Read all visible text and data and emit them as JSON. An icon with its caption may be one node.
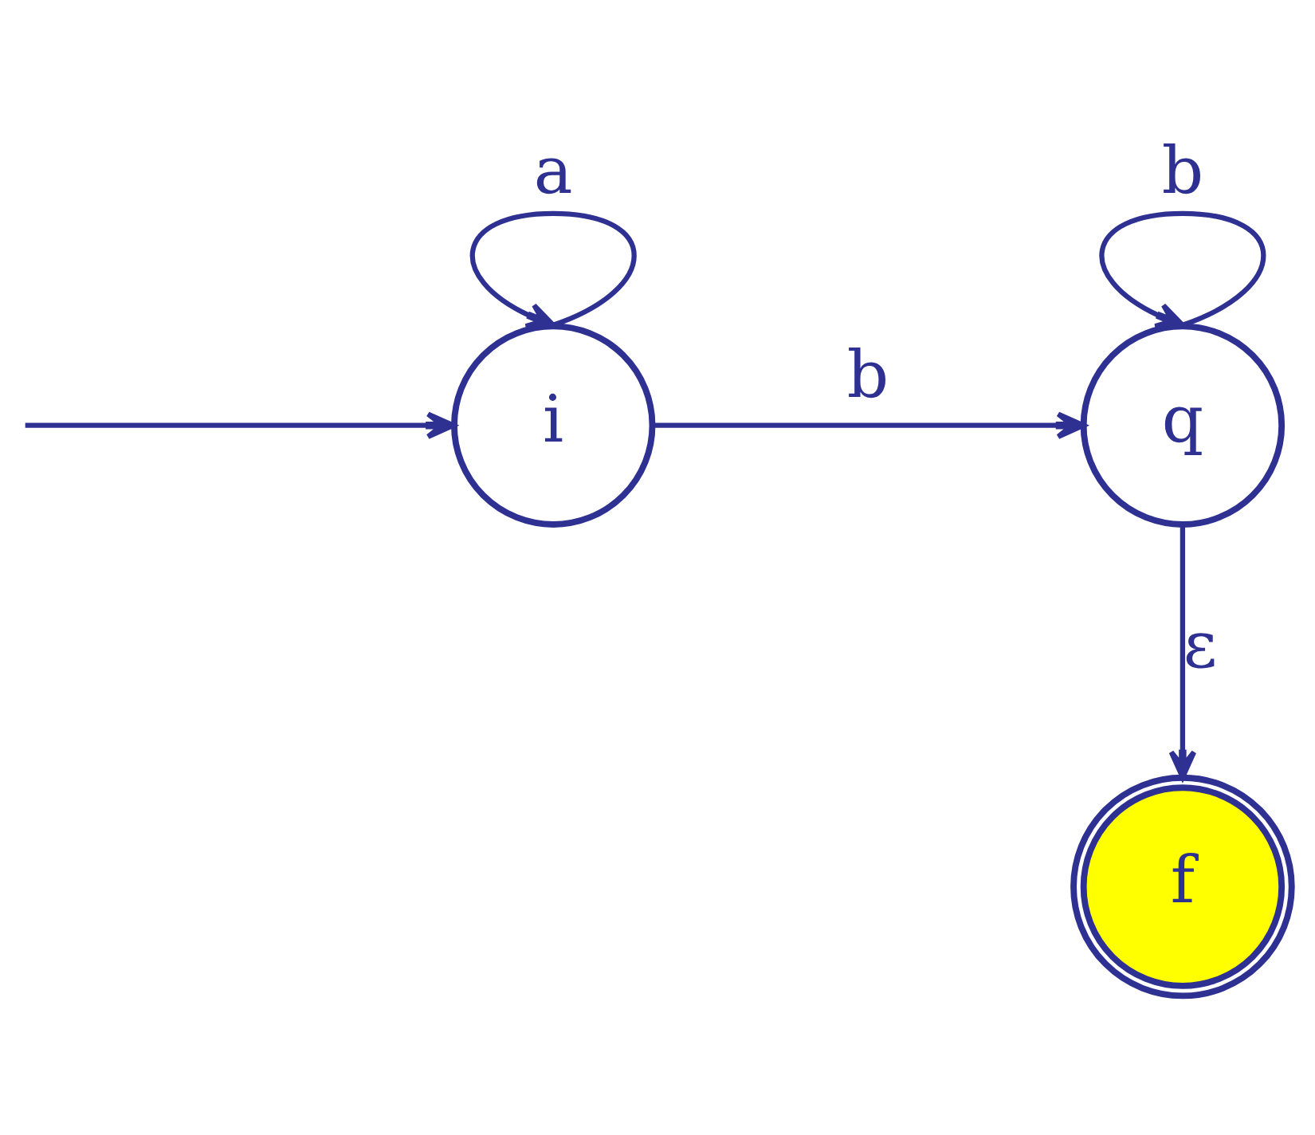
{
  "diagram": {
    "nodes": [
      {
        "text": [
          "i"
        ]
      },
      {
        "text": [
          "q"
        ]
      },
      {
        "text": [
          "f"
        ]
      }
    ],
    "edges": [
      {
        "from": null,
        "to": 0,
        "arrow": "to"
      },
      {
        "from": 0,
        "to": 0,
        "arrow": "to",
        "label": "a"
      },
      {
        "from": 0,
        "to": 1,
        "arrow": "to",
        "label": "b"
      },
      {
        "from": 1,
        "to": 1,
        "arrow": "to",
        "label": "b"
      },
      {
        "from": 1,
        "to": 2,
        "arrow": "to",
        "label": "ε"
      }
    ]
  }
}
